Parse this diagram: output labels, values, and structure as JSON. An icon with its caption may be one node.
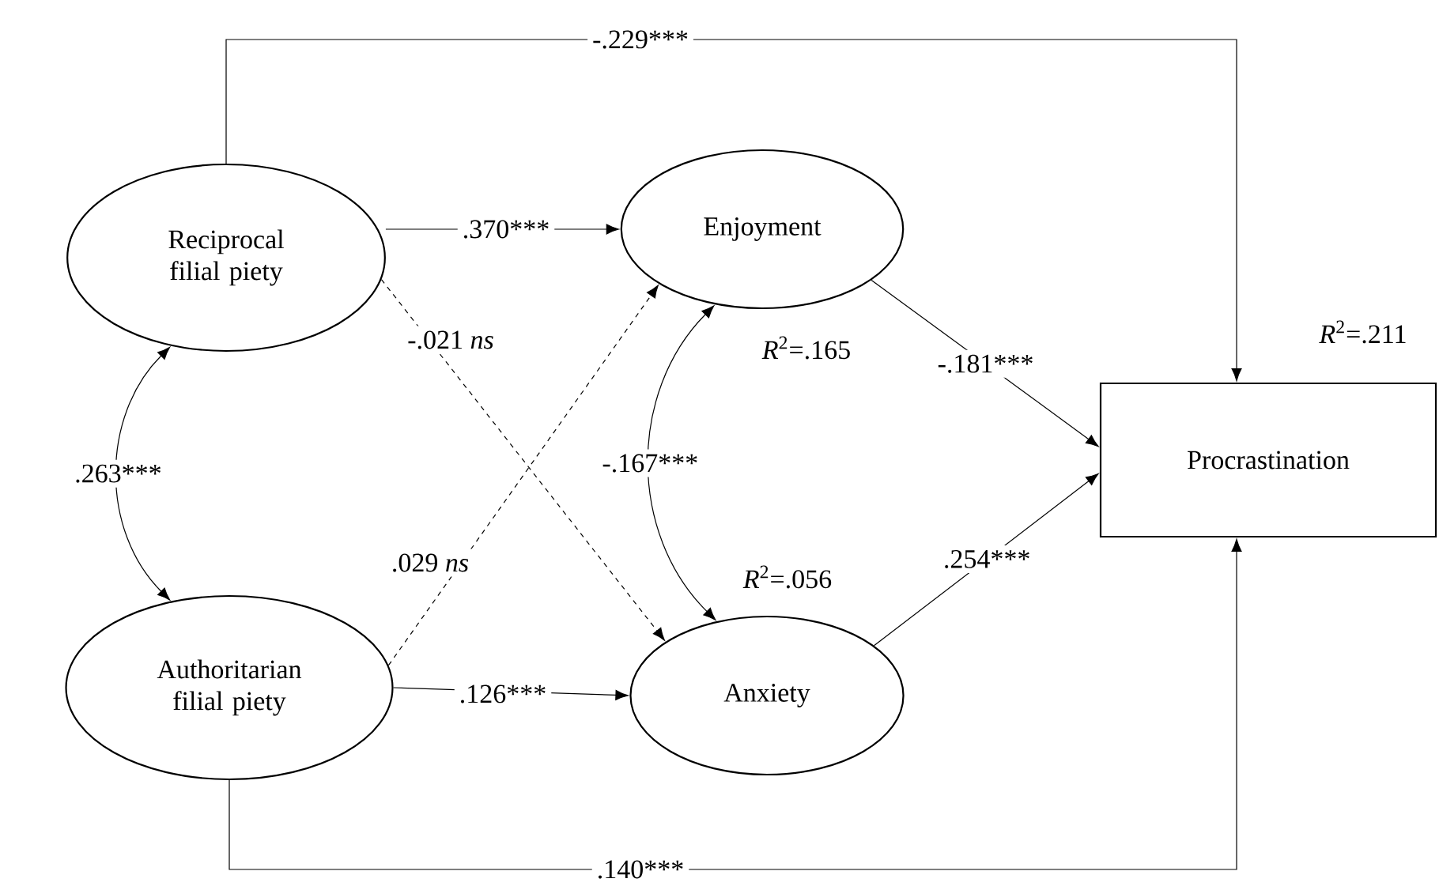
{
  "diagram": {
    "nodes": [
      {
        "text": [
          "Reciprocal filial piety"
        ]
      },
      {
        "text": [
          "Enjoyment"
        ],
        "beside": [
          "*R*$^{2}$=.165"
        ]
      },
      {
        "text": [
          "Authoritarian filial piety"
        ]
      },
      {
        "text": [
          "Anxiety"
        ],
        "beside": [
          "*R*$^{2}$=.056"
        ]
      },
      {
        "text": [
          "Procrastination"
        ],
        "beside": [
          "*R*$^{2}$=.211"
        ]
      }
    ],
    "edges": [
      {
        "from": 0,
        "to": 4,
        "arrow": "to",
        "label": "-.229***"
      },
      {
        "from": 0,
        "to": 1,
        "arrow": "to",
        "label": ".370***"
      },
      {
        "from": 0,
        "to": 3,
        "arrow": "to",
        "label": "-.021 *ns*",
        "style": "dashed"
      },
      {
        "from": 2,
        "to": 1,
        "arrow": "to",
        "label": ".029 *ns*",
        "style": "dashed"
      },
      {
        "from": 2,
        "to": 3,
        "arrow": "to",
        "label": ".126***"
      },
      {
        "from": 1,
        "to": 4,
        "arrow": "to",
        "label": "-.181***"
      },
      {
        "from": 3,
        "to": 4,
        "arrow": "to",
        "label": ".254***"
      },
      {
        "from": 2,
        "to": 4,
        "arrow": "to",
        "label": ".140***"
      },
      {
        "from": 0,
        "to": 2,
        "arrow": "both",
        "label": ".263***"
      },
      {
        "from": 1,
        "to": 3,
        "arrow": "both",
        "label": "-.167***"
      }
    ]
  }
}
